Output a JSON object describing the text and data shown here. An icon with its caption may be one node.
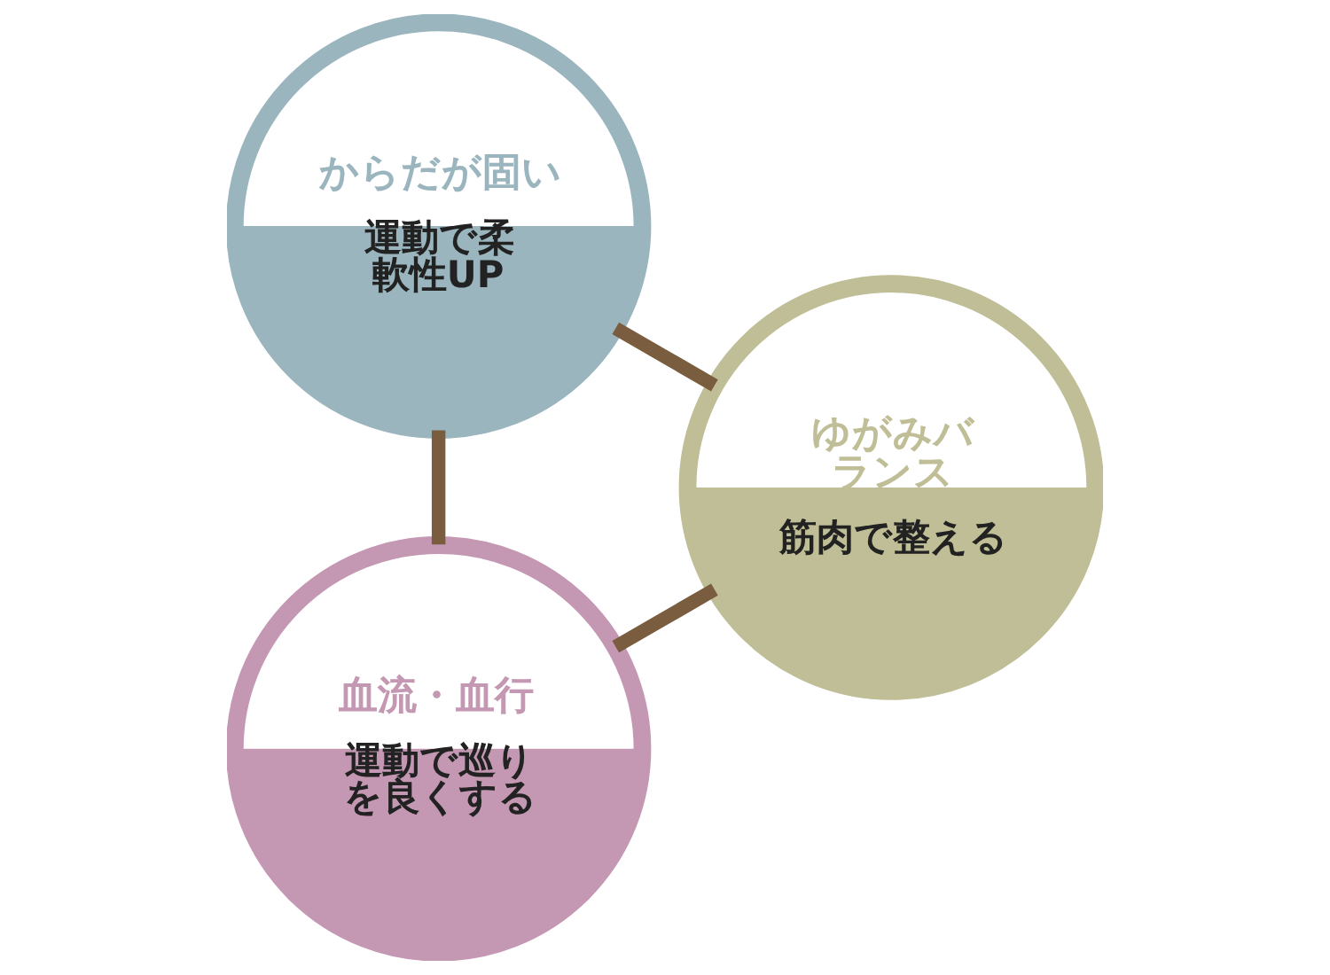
{
  "diagram": {
    "nodes": [
      {
        "text": [
          "血流・血行",
          "運動で巡りを良くする"
        ]
      },
      {
        "text": [
          "からだが固い",
          "運動で柔軟性UP"
        ]
      },
      {
        "text": [
          "ゆがみバランス",
          "筋肉で整える"
        ]
      }
    ],
    "edges": [
      {
        "from": 0,
        "to": 1,
        "arrow": "none"
      },
      {
        "from": 0,
        "to": 2,
        "arrow": "none"
      },
      {
        "from": 1,
        "to": 2,
        "arrow": "none"
      }
    ]
  }
}
